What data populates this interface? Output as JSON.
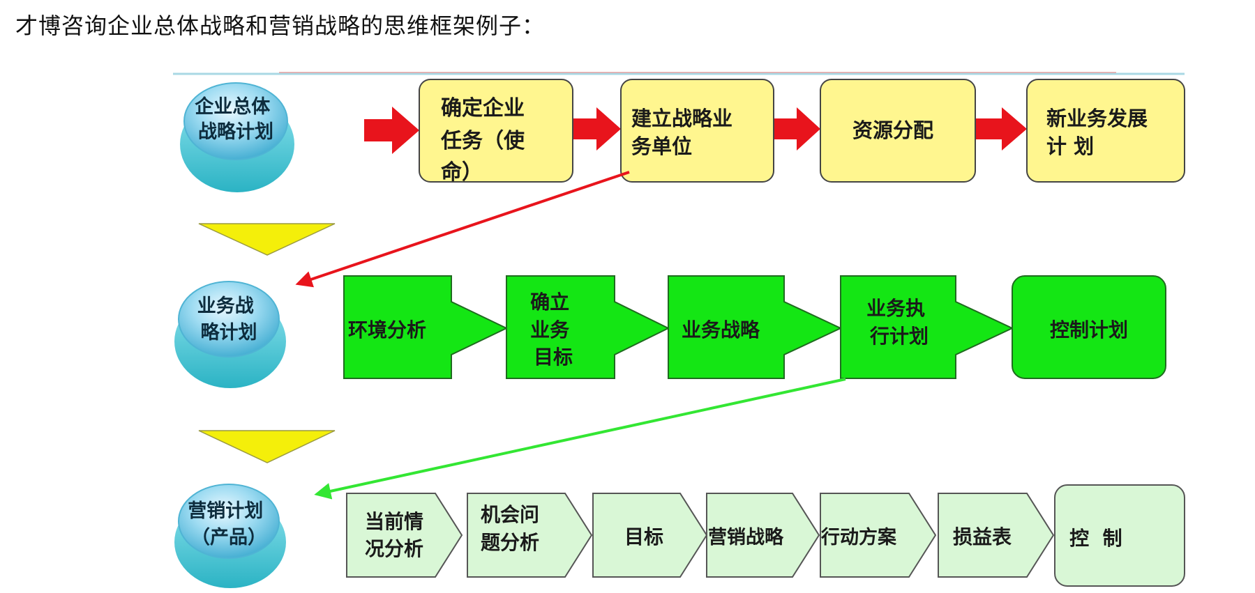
{
  "caption": "才博咨询企业总体战略和营销战略的思维框架例子：",
  "colors": {
    "yellow": "#fff68f",
    "green": "#14e614",
    "light_green": "#d9f7d6",
    "red_arrow": "#e8141c",
    "green_arrow": "#33e633",
    "ellipse": "#6cc6e6",
    "triangle": "#f4ef0a"
  },
  "levels": [
    {
      "label_lines": [
        "企业总体",
        "战略计划"
      ],
      "steps": [
        {
          "lines": [
            "确定企业",
            "任务（使",
            "命）"
          ]
        },
        {
          "lines": [
            "建立战略业",
            "务单位"
          ]
        },
        {
          "lines": [
            "资源分配"
          ]
        },
        {
          "lines": [
            "新业务发展",
            "计  划"
          ]
        }
      ]
    },
    {
      "label_lines": [
        "业务战",
        "略计划"
      ],
      "steps": [
        {
          "lines": [
            "环境分析"
          ]
        },
        {
          "lines": [
            "确立",
            "业务",
            "目标"
          ]
        },
        {
          "lines": [
            "业务战略"
          ]
        },
        {
          "lines": [
            "业务执",
            "行计划"
          ]
        },
        {
          "lines": [
            "控制计划"
          ]
        }
      ]
    },
    {
      "label_lines": [
        "营销计划",
        "（产品）"
      ],
      "steps": [
        {
          "lines": [
            "当前情",
            "况分析"
          ]
        },
        {
          "lines": [
            "机会问",
            "题分析"
          ]
        },
        {
          "lines": [
            "目标"
          ]
        },
        {
          "lines": [
            "营销战略"
          ]
        },
        {
          "lines": [
            "行动方案"
          ]
        },
        {
          "lines": [
            "损益表"
          ]
        },
        {
          "lines": [
            "控  制"
          ]
        }
      ]
    }
  ]
}
